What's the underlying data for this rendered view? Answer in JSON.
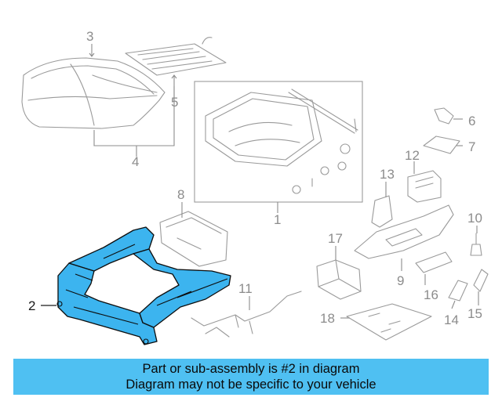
{
  "diagram": {
    "callouts": {
      "c1": "1",
      "c2": "2",
      "c3": "3",
      "c4": "4",
      "c5": "5",
      "c6": "6",
      "c7": "7",
      "c8": "8",
      "c9": "9",
      "c10": "10",
      "c11": "11",
      "c12": "12",
      "c13": "13",
      "c14": "14",
      "c15": "15",
      "c16": "16",
      "c17": "17",
      "c18": "18"
    },
    "highlighted_part": "2",
    "colors": {
      "highlight": "#3cb4ef",
      "banner": "#4fc0f2",
      "line_art": "#9a9a9a"
    }
  },
  "banner": {
    "line1": "Part or sub-assembly is #2 in diagram",
    "line2": "Diagram may not be specific to your vehicle"
  }
}
